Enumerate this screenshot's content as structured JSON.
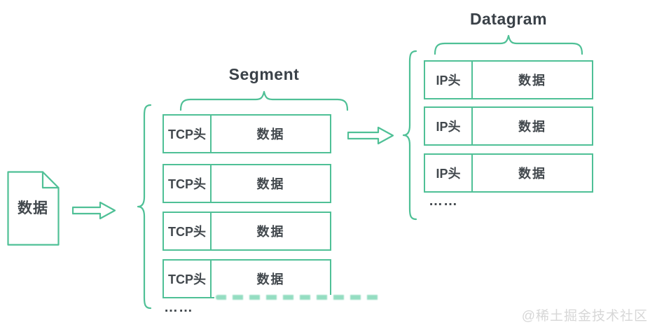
{
  "colors": {
    "stroke": "#4fc096",
    "text": "#42484d",
    "title": "#3a4148",
    "watermark": "#d7d7d7"
  },
  "document": {
    "label": "数据"
  },
  "icons": {
    "arrow1": "arrow-right-icon",
    "arrow2": "arrow-right-icon",
    "document": "document-icon",
    "braces": "curly-brace"
  },
  "segment": {
    "title": "Segment",
    "rows": [
      {
        "header": "TCP头",
        "data": "数据"
      },
      {
        "header": "TCP头",
        "data": "数据"
      },
      {
        "header": "TCP头",
        "data": "数据"
      },
      {
        "header": "TCP头",
        "data": "数据"
      }
    ],
    "ellipsis": "……"
  },
  "datagram": {
    "title": "Datagram",
    "rows": [
      {
        "header": "IP头",
        "data": "数据"
      },
      {
        "header": "IP头",
        "data": "数据"
      },
      {
        "header": "IP头",
        "data": "数据"
      }
    ],
    "ellipsis": "……"
  },
  "watermark": "@稀土掘金技术社区"
}
